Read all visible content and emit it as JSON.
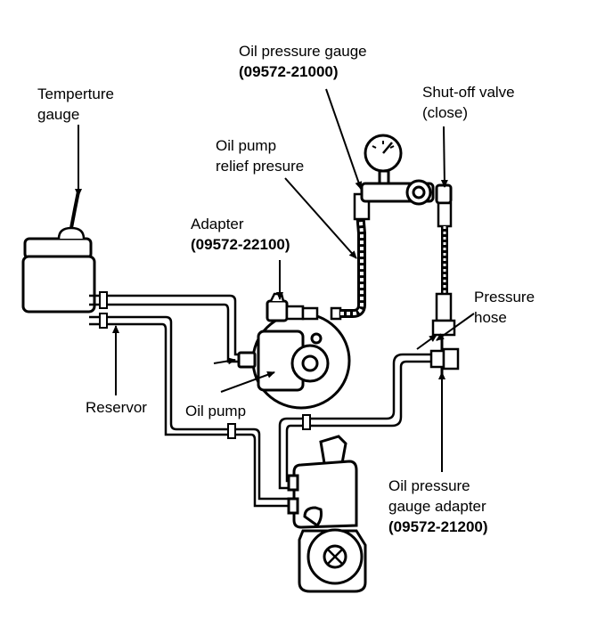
{
  "labels": {
    "temperature_gauge": [
      "Temperture",
      "gauge"
    ],
    "oil_pressure_gauge": {
      "name": "Oil pressure gauge",
      "part": "(09572-21000)"
    },
    "shutoff_valve": [
      "Shut-off valve",
      "(close)"
    ],
    "relief_pressure": [
      "Oil pump",
      "relief presure"
    ],
    "adapter": {
      "name": "Adapter",
      "part": "(09572-22100)"
    },
    "pressure_hose": [
      "Pressure",
      "hose"
    ],
    "reservoir": "Reservor",
    "oil_pump": "Oil pump",
    "gauge_adapter": {
      "name": [
        "Oil pressure",
        "gauge adapter"
      ],
      "part": "(09572-21200)"
    }
  }
}
